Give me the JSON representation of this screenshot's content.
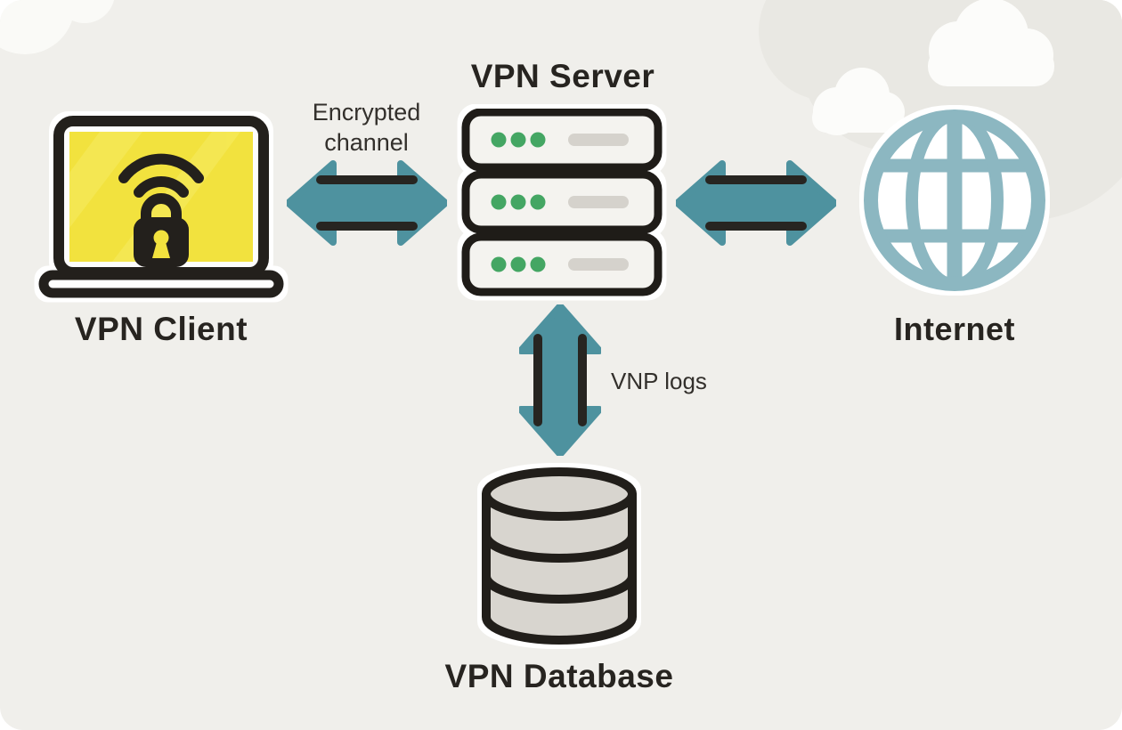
{
  "diagram": {
    "title": "VPN network diagram",
    "background_color": "#f0efeb",
    "page_color": "#ffffff"
  },
  "palette": {
    "arrow_teal": "#4e929f",
    "arrow_inner_line": "#272521",
    "outline_black": "#23201c",
    "label_text": "#272420",
    "screen_yellow": "#f2e23e",
    "globe_blue": "#8cb7c1",
    "server_fill": "#f4f3ef",
    "server_led_green": "#44a663",
    "server_bar_gray": "#d5d2cc",
    "server_connector_gray": "#55534e",
    "database_gray": "#d8d5cf",
    "cloud_white": "#fdfdfc",
    "cloud_gray": "#e9e8e3"
  },
  "nodes": {
    "client": {
      "label": "VPN Client",
      "icon": "laptop-lock-icon"
    },
    "server": {
      "label": "VPN Server",
      "icon": "server-stack-icon"
    },
    "internet": {
      "label": "Internet",
      "icon": "globe-icon"
    },
    "database": {
      "label": "VPN Database",
      "icon": "database-cylinder-icon"
    }
  },
  "connections": {
    "client_server": {
      "label": "Encrypted channel",
      "type": "double-arrow-horizontal"
    },
    "server_internet": {
      "label": "",
      "type": "double-arrow-horizontal"
    },
    "server_database": {
      "label": "VNP logs",
      "type": "double-arrow-vertical"
    }
  }
}
